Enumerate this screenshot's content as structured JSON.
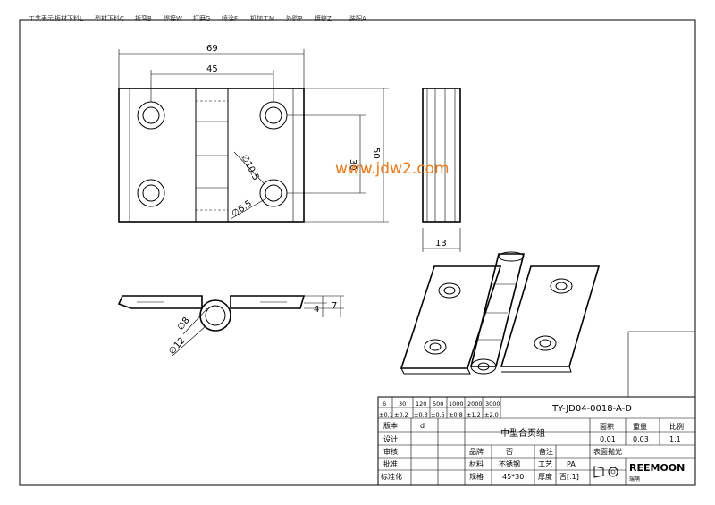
{
  "top_process_bar": [
    "工艺表示",
    "板材下料L",
    "型材下料C",
    "折弯B",
    "焊接W",
    "打磨G",
    "喷涂F",
    "机加工M",
    "外购P",
    "镀锌Z",
    "装配A"
  ],
  "watermark": "www.jdw2.com",
  "dimensions": {
    "front_width": "69",
    "hole_spacing_x": "45",
    "hole_spacing_y": "30",
    "front_height": "50",
    "countersink_dia": "∅10.5",
    "hole_dia": "∅6.5",
    "side_thickness": "13",
    "leaf_thickness": "4",
    "leaf_height": "7",
    "pin_dia": "∅8",
    "knuckle_dia": "∅12"
  },
  "title_block": {
    "tolerance_headers": [
      "6",
      "30",
      "120",
      "500",
      "1000",
      "2000",
      "3000"
    ],
    "tolerance_values": [
      "±0.1",
      "±0.2",
      "±0.3",
      "±0.5",
      "±0.8",
      "±1.2",
      "±2.0"
    ],
    "drawing_number": "TY-JD04-0018-A-D",
    "version_label": "版本",
    "version_value": "d",
    "design_label": "设计",
    "review_label": "审核",
    "approve_label": "批准",
    "standard_label": "标准化",
    "part_name": "中型合页组",
    "area_label": "面积",
    "area_value": "0.01",
    "weight_label": "重量",
    "weight_value": "0.03",
    "scale_label": "比例",
    "scale_value": "1.1",
    "brand_label": "品牌",
    "brand_value": "否",
    "remark_label": "备注",
    "remark_value": "表面抛光",
    "material_label": "材料",
    "material_value": "不锈钢",
    "process_label": "工艺",
    "process_value": "PA",
    "spec_label": "规格",
    "spec_value": "45*30",
    "thickness_label": "厚度",
    "thickness_value": "否[.1]",
    "logo_text": "REEMOON",
    "logo_sub": "瑞萌"
  }
}
